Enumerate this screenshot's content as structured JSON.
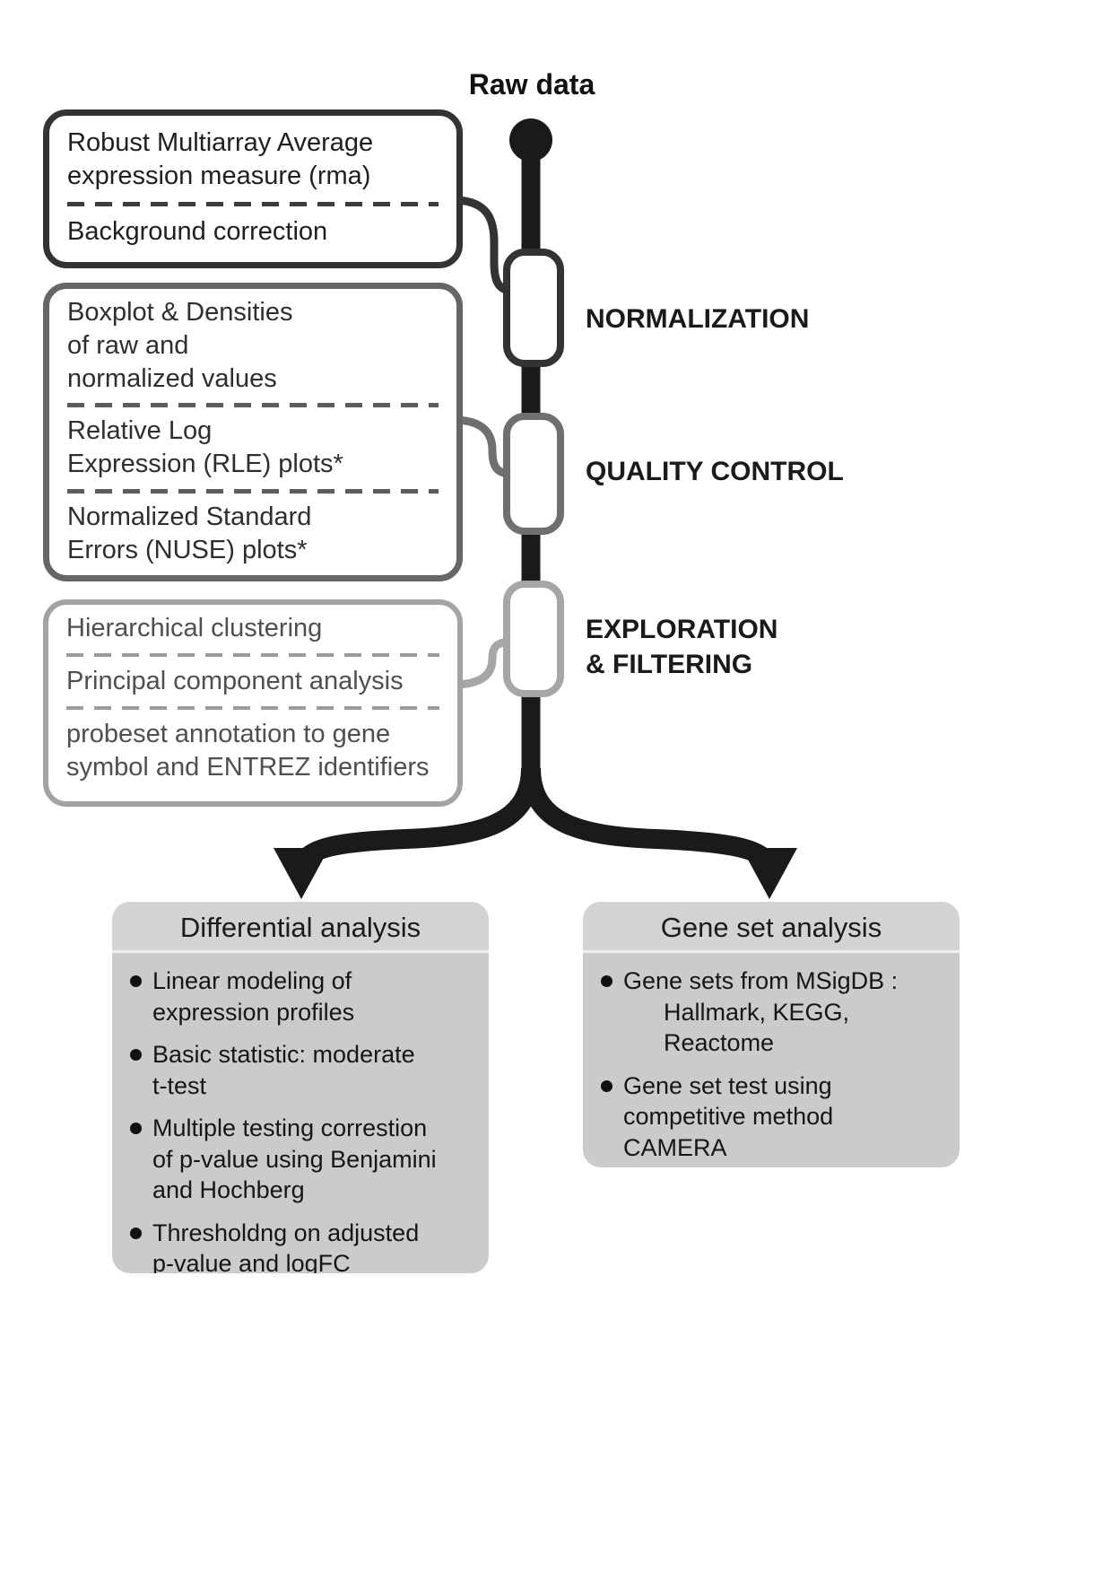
{
  "header": {
    "raw_data_label": "Raw data"
  },
  "pipeline": {
    "boxes": [
      {
        "items": [
          "Robust Multiarray Average\nexpression measure (rma)",
          "Background correction"
        ]
      },
      {
        "items": [
          "Boxplot & Densities\nof raw and\nnormalized values",
          "Relative Log\nExpression (RLE) plots*",
          "Normalized Standard\nErrors (NUSE) plots*"
        ]
      },
      {
        "items": [
          "Hierarchical clustering",
          "Principal component analysis",
          "probeset annotation to gene\nsymbol and ENTREZ identifiers"
        ]
      }
    ],
    "stages": [
      {
        "label": "NORMALIZATION"
      },
      {
        "label": "QUALITY CONTROL"
      },
      {
        "label": "EXPLORATION\n& FILTERING"
      }
    ]
  },
  "branches": {
    "left": {
      "title": "Differential analysis",
      "bullets": [
        "Linear modeling of\nexpression profiles",
        "Basic statistic: moderate\nt-test",
        "Multiple testing correstion\nof p-value using Benjamini\nand Hochberg",
        "Thresholdng on adjusted\np-value and logFC"
      ]
    },
    "right": {
      "title": "Gene set analysis",
      "bullets": [
        "Gene sets from MSigDB :\n      Hallmark, KEGG,\n      Reactome",
        "Gene set test using\ncompetitive method\nCAMERA"
      ]
    }
  },
  "colors": {
    "flow_line": "#1a1a1a",
    "panel_fill": "#cbcbcb",
    "stage1_border": "#333333",
    "stage2_border": "#6f6f6f",
    "stage3_border": "#a6a6a6"
  }
}
